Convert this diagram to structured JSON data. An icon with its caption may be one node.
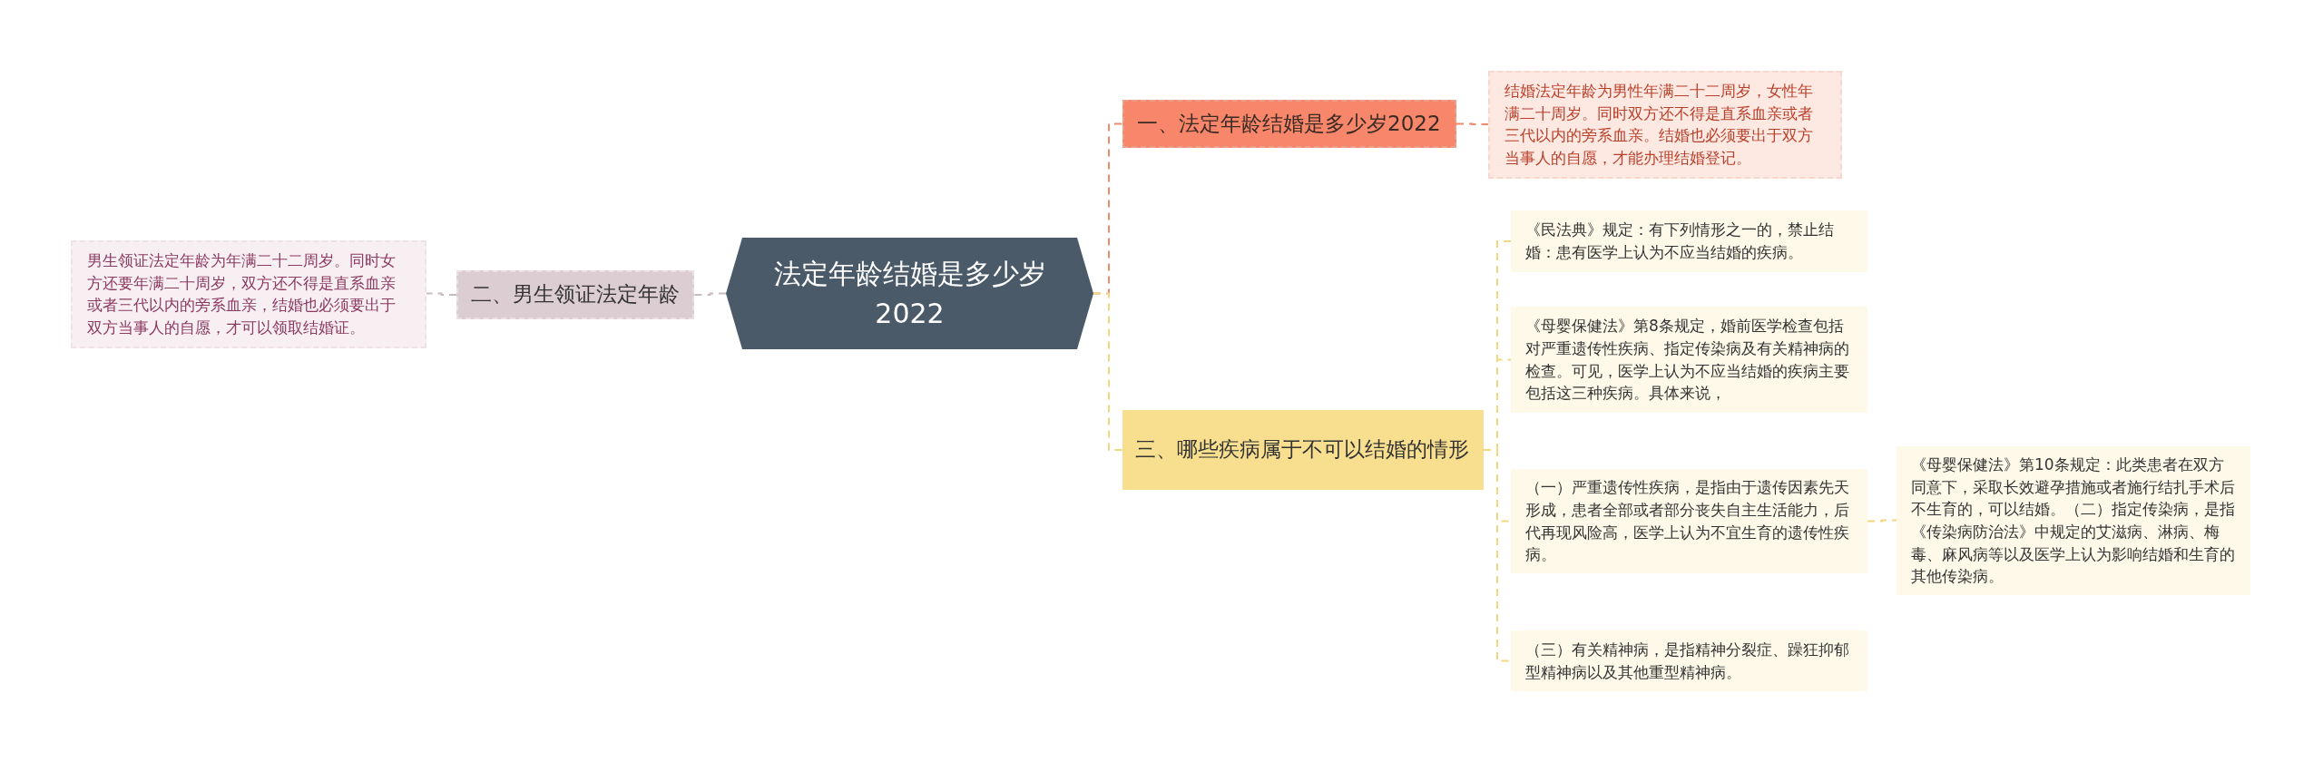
{
  "diagram": {
    "nodes": [
      {
        "text": [
          "法定年龄结婚是多少岁2022"
        ]
      },
      {
        "text": [
          "一、法定年龄结婚是多少岁2022"
        ]
      },
      {
        "text": [
          "结婚法定年龄为男性年满二十二周岁，女性年满二十周岁。同时双方还不得是直系血亲或者三代以内的旁系血亲。结婚也必须要出于双方当事人的自愿，才能办理结婚登记。"
        ]
      },
      {
        "text": [
          "二、男生领证法定年龄"
        ]
      },
      {
        "text": [
          "男生领证法定年龄为年满二十二周岁。同时女方还要年满二十周岁，双方还不得是直系血亲或者三代以内的旁系血亲，结婚也必须要出于双方当事人的自愿，才可以领取结婚证。"
        ]
      },
      {
        "text": [
          "三、哪些疾病属于不可以结婚的情形"
        ]
      },
      {
        "text": [
          "《民法典》规定：有下列情形之一的，禁止结婚：患有医学上认为不应当结婚的疾病。"
        ]
      },
      {
        "text": [
          "《母婴保健法》第8条规定，婚前医学检查包括对严重遗传性疾病、指定传染病及有关精神病的检查。可见，医学上认为不应当结婚的疾病主要包括这三种疾病。具体来说，"
        ]
      },
      {
        "text": [
          "（一）严重遗传性疾病，是指由于遗传因素先天形成，患者全部或者部分丧失自主生活能力，后代再现风险高，医学上认为不宜生育的遗传性疾病。"
        ]
      },
      {
        "text": [
          "（三）有关精神病，是指精神分裂症、躁狂抑郁型精神病以及其他重型精神病。"
        ]
      },
      {
        "text": [
          "《母婴保健法》第10条规定：此类患者在双方同意下，采取长效避孕措施或者施行结扎手术后不生育的，可以结婚。（二）指定传染病，是指《传染病防治法》中规定的艾滋病、淋病、梅毒、麻风病等以及医学上认为影响结婚和生育的其他传染病。"
        ]
      }
    ],
    "edges": [
      {
        "from": 0,
        "to": 1,
        "arrow": "none",
        "color": "#f08a6a"
      },
      {
        "from": 1,
        "to": 2,
        "arrow": "none",
        "color": "#f08a6a"
      },
      {
        "from": 0,
        "to": 3,
        "arrow": "none",
        "color": "#c8bcc2"
      },
      {
        "from": 3,
        "to": 4,
        "arrow": "none",
        "color": "#c8bcc2"
      },
      {
        "from": 0,
        "to": 5,
        "arrow": "none"
      },
      {
        "from": 5,
        "to": 6,
        "arrow": "none"
      },
      {
        "from": 5,
        "to": 7,
        "arrow": "none"
      },
      {
        "from": 5,
        "to": 8,
        "arrow": "none"
      },
      {
        "from": 5,
        "to": 9,
        "arrow": "none"
      },
      {
        "from": 8,
        "to": 10,
        "arrow": "none"
      }
    ]
  }
}
